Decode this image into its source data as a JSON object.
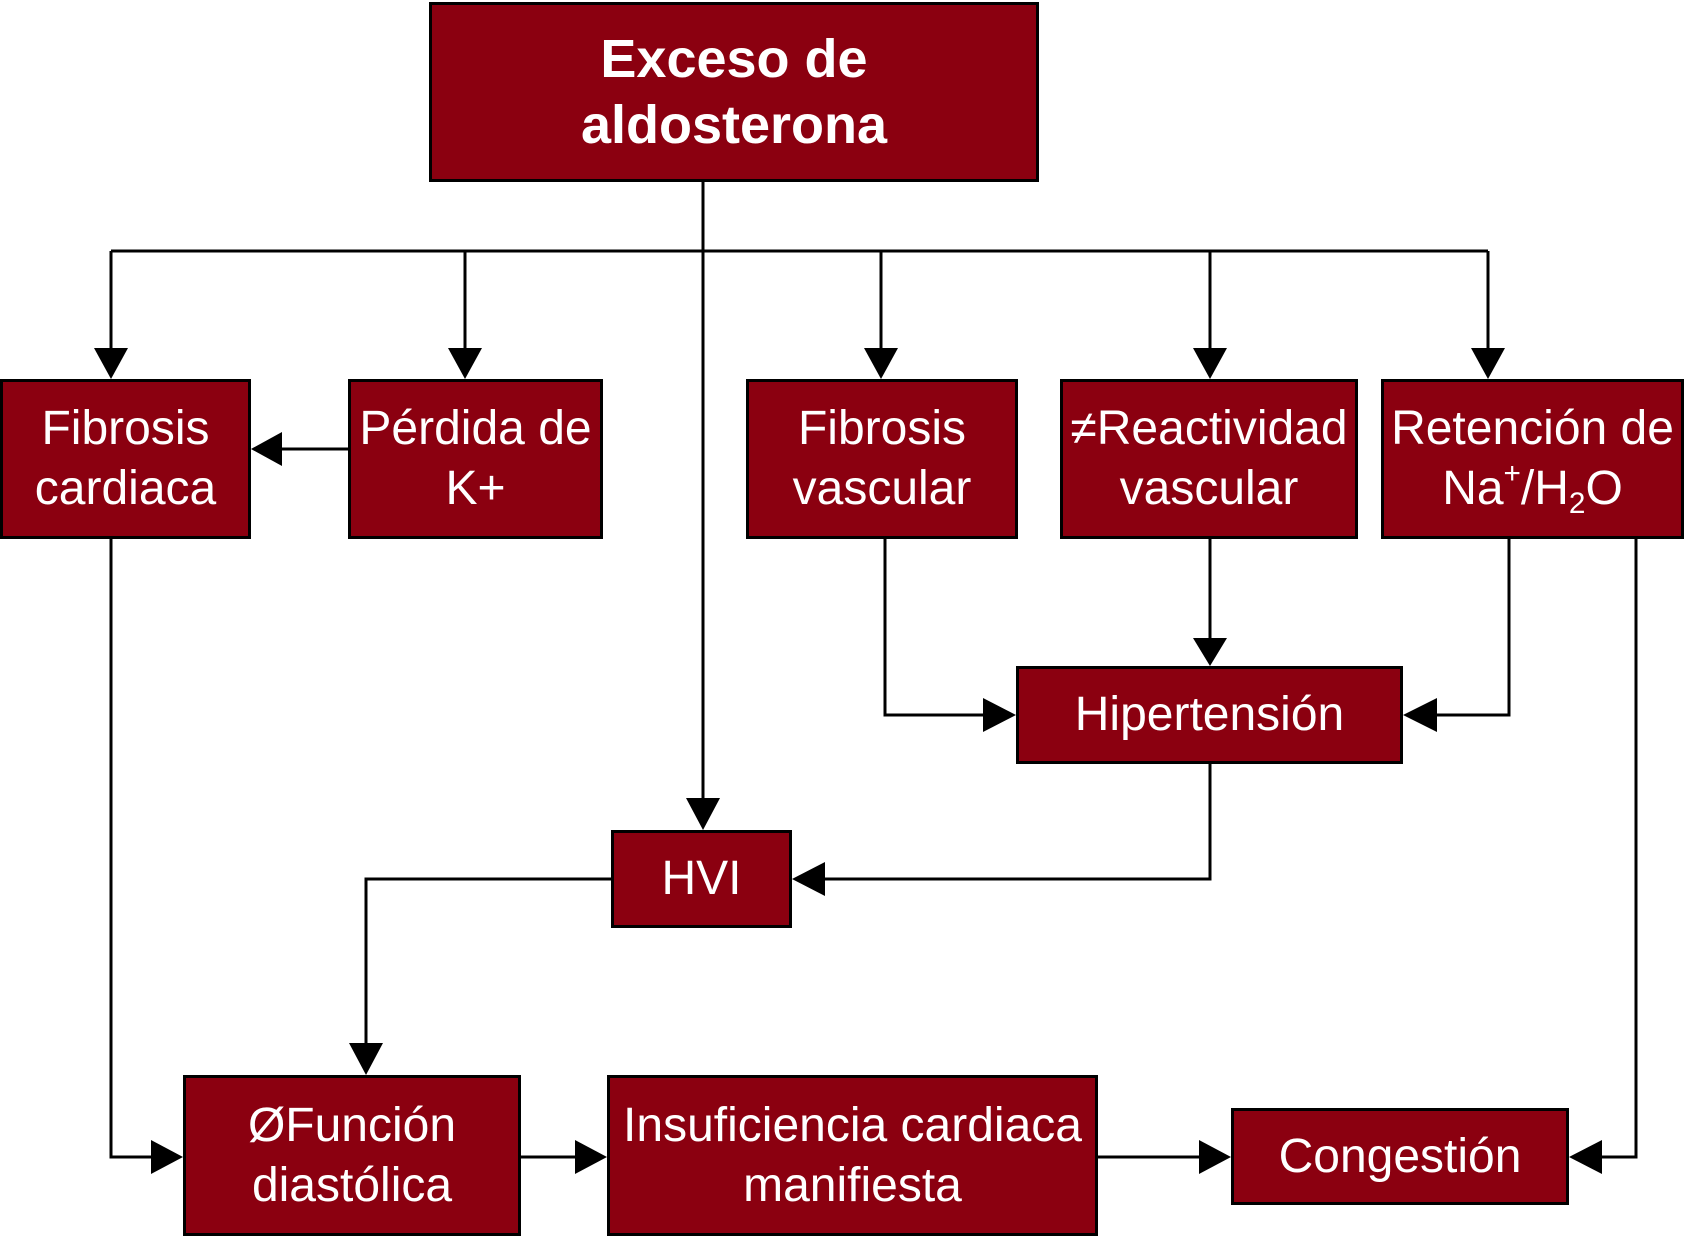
{
  "nodes": {
    "source": {
      "lines": [
        "Exceso de",
        "aldosterona"
      ]
    },
    "fibrosis_cardiaca": {
      "lines": [
        "Fibrosis",
        "cardiaca"
      ]
    },
    "perdida_k": {
      "lines": [
        "Pérdida de",
        "K+"
      ]
    },
    "fibrosis_vascular": {
      "lines": [
        "Fibrosis",
        "vascular"
      ]
    },
    "reactividad_vascular": {
      "lines": [
        "≠Reactividad",
        "vascular"
      ]
    },
    "retencion_na": {
      "line1": "Retención de",
      "na": "Na",
      "na_sup": "+",
      "slash_h": "/H",
      "h_sub": "2",
      "o": "O"
    },
    "hipertension": {
      "lines": [
        "Hipertensión"
      ]
    },
    "hvi": {
      "lines": [
        "HVI"
      ]
    },
    "funcion_diastolica": {
      "lines": [
        "ØFunción",
        "diastólica"
      ]
    },
    "insuficiencia": {
      "lines": [
        "Insuficiencia cardiaca",
        "manifiesta"
      ]
    },
    "congestion": {
      "lines": [
        "Congestión"
      ]
    }
  },
  "colors": {
    "box_fill": "#8b0010",
    "box_border": "#000000",
    "text": "#ffffff",
    "connector": "#000000"
  },
  "edges": [
    {
      "from": "source",
      "to": "fibrosis_cardiaca"
    },
    {
      "from": "source",
      "to": "perdida_k"
    },
    {
      "from": "source",
      "to": "fibrosis_vascular"
    },
    {
      "from": "source",
      "to": "reactividad_vascular"
    },
    {
      "from": "source",
      "to": "retencion_na"
    },
    {
      "from": "source",
      "to": "hvi"
    },
    {
      "from": "perdida_k",
      "to": "fibrosis_cardiaca"
    },
    {
      "from": "fibrosis_vascular",
      "to": "hipertension"
    },
    {
      "from": "reactividad_vascular",
      "to": "hipertension"
    },
    {
      "from": "retencion_na",
      "to": "hipertension"
    },
    {
      "from": "retencion_na",
      "to": "congestion"
    },
    {
      "from": "hipertension",
      "to": "hvi"
    },
    {
      "from": "hvi",
      "to": "funcion_diastolica"
    },
    {
      "from": "fibrosis_cardiaca",
      "to": "funcion_diastolica"
    },
    {
      "from": "funcion_diastolica",
      "to": "insuficiencia"
    },
    {
      "from": "insuficiencia",
      "to": "congestion"
    }
  ]
}
